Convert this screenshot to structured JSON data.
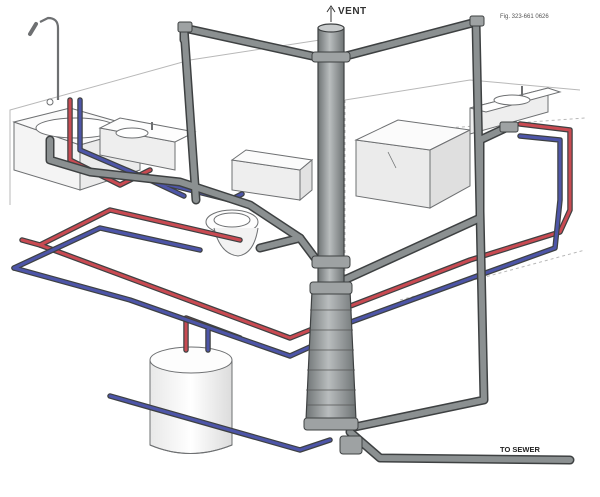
{
  "diagram": {
    "labels": {
      "vent": "VENT",
      "figure_ref": "Fig. 323-661 0626",
      "sewer": "TO SEWER"
    },
    "colors": {
      "hot_supply": "#c94a52",
      "cold_supply": "#4d55a8",
      "drain_waste_vent": "#8b9091",
      "pipe_outline": "#3e4142",
      "fixture_line": "#6e7072",
      "background": "#ffffff"
    },
    "legend": []
  }
}
